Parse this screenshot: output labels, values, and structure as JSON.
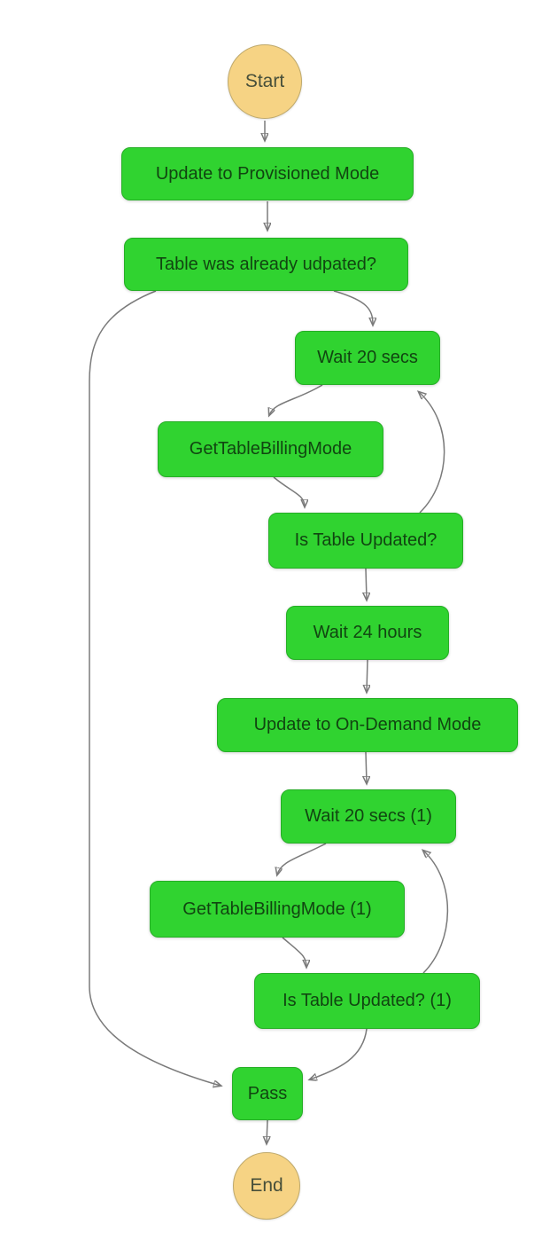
{
  "diagram": {
    "kind": "workflow-state-machine-graph",
    "nodes": {
      "start": {
        "label": "Start",
        "type": "terminal"
      },
      "update_provisioned": {
        "label": "Update to Provisioned Mode",
        "type": "task"
      },
      "table_already_updated": {
        "label": "Table was already udpated?",
        "type": "choice"
      },
      "wait_20": {
        "label": "Wait 20 secs",
        "type": "wait"
      },
      "get_billing": {
        "label": "GetTableBillingMode",
        "type": "task"
      },
      "is_updated": {
        "label": "Is Table Updated?",
        "type": "choice"
      },
      "wait_24": {
        "label": "Wait 24 hours",
        "type": "wait"
      },
      "update_ondemand": {
        "label": "Update to On-Demand Mode",
        "type": "task"
      },
      "wait_20_1": {
        "label": "Wait 20 secs (1)",
        "type": "wait"
      },
      "get_billing_1": {
        "label": "GetTableBillingMode (1)",
        "type": "task"
      },
      "is_updated_1": {
        "label": "Is Table Updated? (1)",
        "type": "choice"
      },
      "pass": {
        "label": "Pass",
        "type": "pass"
      },
      "end": {
        "label": "End",
        "type": "terminal"
      }
    },
    "edges": [
      {
        "from": "start",
        "to": "update_provisioned"
      },
      {
        "from": "update_provisioned",
        "to": "table_already_updated"
      },
      {
        "from": "table_already_updated",
        "to": "wait_20"
      },
      {
        "from": "table_already_updated",
        "to": "pass"
      },
      {
        "from": "wait_20",
        "to": "get_billing"
      },
      {
        "from": "get_billing",
        "to": "is_updated"
      },
      {
        "from": "is_updated",
        "to": "wait_20"
      },
      {
        "from": "is_updated",
        "to": "wait_24"
      },
      {
        "from": "wait_24",
        "to": "update_ondemand"
      },
      {
        "from": "update_ondemand",
        "to": "wait_20_1"
      },
      {
        "from": "wait_20_1",
        "to": "get_billing_1"
      },
      {
        "from": "get_billing_1",
        "to": "is_updated_1"
      },
      {
        "from": "is_updated_1",
        "to": "wait_20_1"
      },
      {
        "from": "is_updated_1",
        "to": "pass"
      },
      {
        "from": "pass",
        "to": "end"
      }
    ],
    "colors": {
      "task_fill": "#30D330",
      "task_border": "#26AE26",
      "task_text": "#114511",
      "terminal_fill": "#F6D384",
      "terminal_border": "#BFA96B",
      "terminal_text": "#474F3A",
      "edge_stroke": "#7A7A7A",
      "arrowhead": "#5B5B5B",
      "background": "#FFFFFF"
    }
  }
}
